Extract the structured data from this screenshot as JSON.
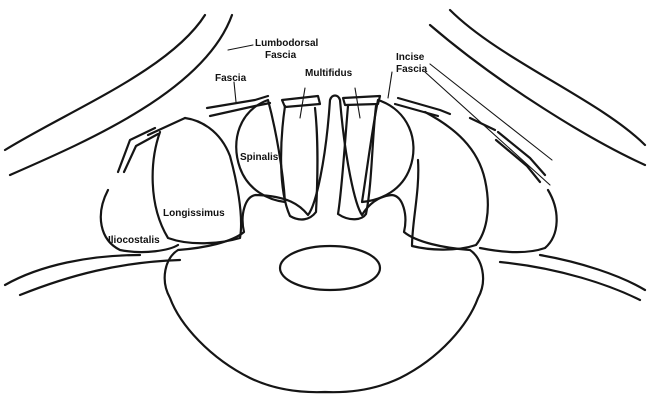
{
  "labels": {
    "lumbodorsal_line1": "Lumbodorsal",
    "lumbodorsal_line2": "Fascia",
    "fascia": "Fascia",
    "multifidus": "Multifidus",
    "incise_line1": "Incise",
    "incise_line2": "Fascia",
    "spinalis": "Spinalis",
    "longissimus": "Longissimus",
    "iliocostalis": "Iliocostalis"
  },
  "colors": {
    "ink": "#151515",
    "background": "#ffffff"
  }
}
